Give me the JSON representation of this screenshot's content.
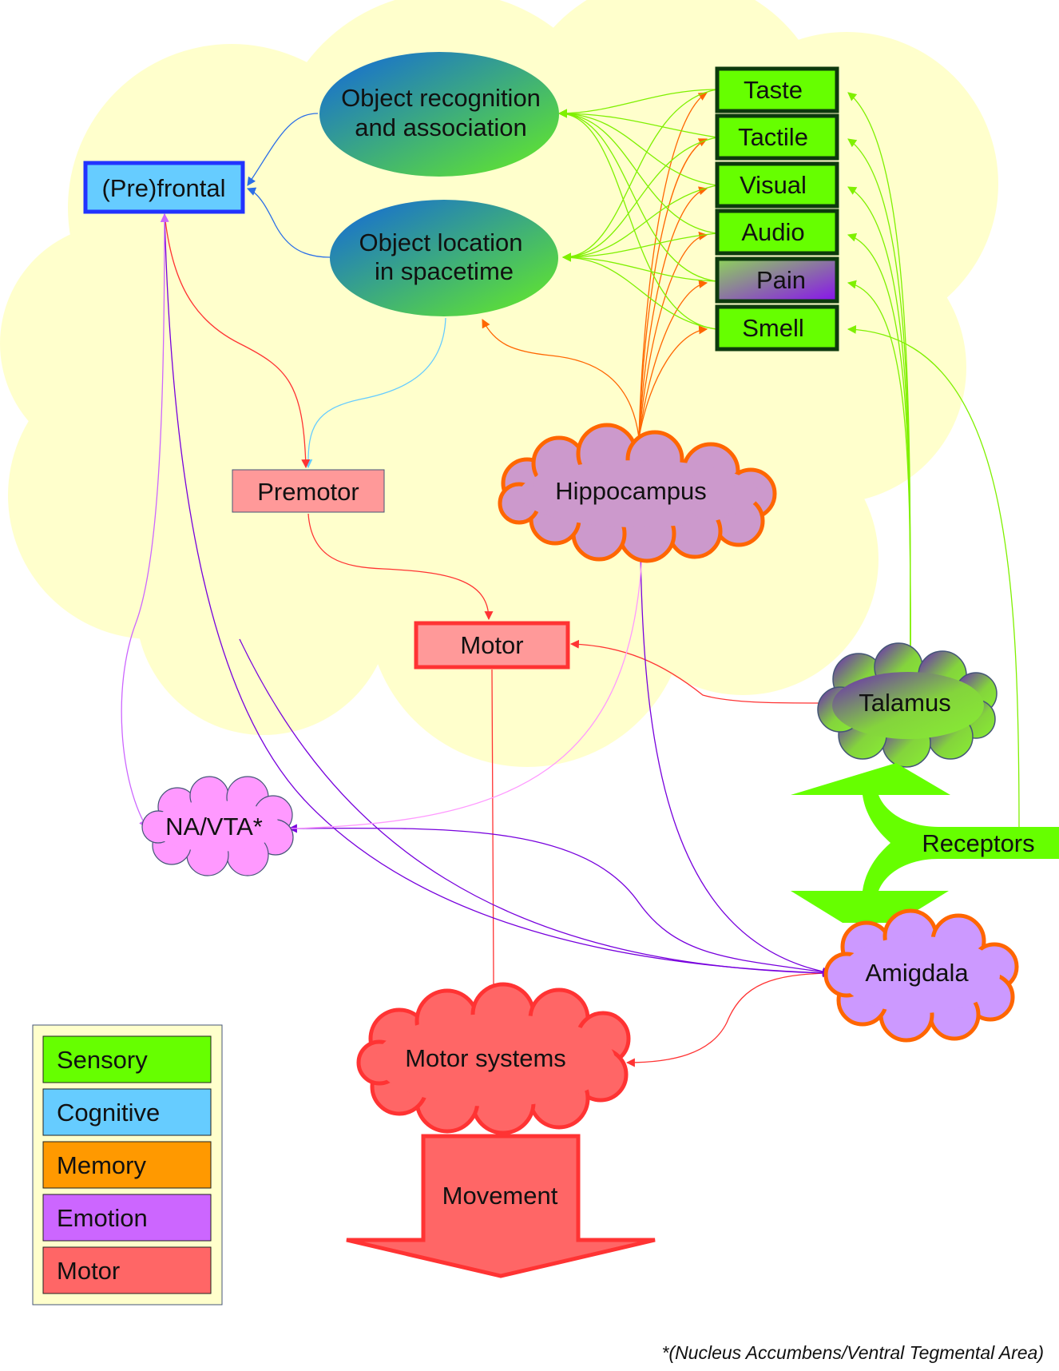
{
  "nodes": {
    "prefrontal": "(Pre)frontal",
    "object_recognition": [
      "Object recognition",
      "and association"
    ],
    "object_location": [
      "Object location",
      "in spacetime"
    ],
    "taste": "Taste",
    "tactile": "Tactile",
    "visual": "Visual",
    "audio": "Audio",
    "pain": "Pain",
    "smell": "Smell",
    "premotor": "Premotor",
    "hippocampus": "Hippocampus",
    "motor": "Motor",
    "talamus": "Talamus",
    "receptors": "Receptors",
    "na_vta": "NA/VTA*",
    "amigdala": "Amigdala",
    "motor_systems": "Motor systems",
    "movement": "Movement"
  },
  "legend": [
    {
      "label": "Sensory",
      "color": "#66ff00"
    },
    {
      "label": "Cognitive",
      "color": "#66ccff"
    },
    {
      "label": "Memory",
      "color": "#ff9900"
    },
    {
      "label": "Emotion",
      "color": "#cc66ff"
    },
    {
      "label": "Motor",
      "color": "#ff6666"
    }
  ],
  "footnote": "*(Nucleus Accumbens/Ventral Tegmental Area)",
  "colors": {
    "brain": "#ffffcc",
    "sensory": "#66ff00",
    "sensory_edge": "#7ff000",
    "cognitive": "#66ccff",
    "cognitive_edge": "#2a6ee8",
    "memory": "#ff6600",
    "emotion": "#cc99ff",
    "emotion_edge": "#7700dd",
    "reward": "#ff99ff",
    "motor": "#ff6666",
    "motor_edge": "#ff3333"
  }
}
